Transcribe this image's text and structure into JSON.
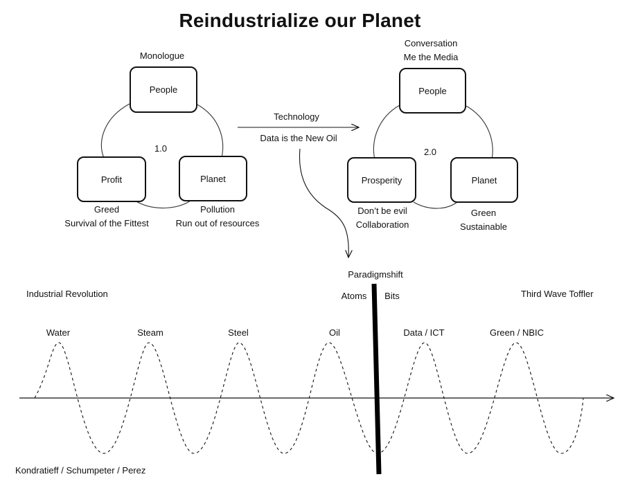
{
  "title": "Reindustrialize our Planet",
  "model_1": {
    "top_label": "Monologue",
    "version": "1.0",
    "nodes": {
      "people": "People",
      "profit": "Profit",
      "planet": "Planet"
    },
    "profit_notes": [
      "Greed",
      "Survival of the Fittest"
    ],
    "planet_notes": [
      "Pollution",
      "Run out of resources"
    ]
  },
  "model_2": {
    "top_label": [
      "Conversation",
      "Me the Media"
    ],
    "version": "2.0",
    "nodes": {
      "people": "People",
      "prosperity": "Prosperity",
      "planet": "Planet"
    },
    "prosperity_notes": [
      "Don’t be evil",
      "Collaboration"
    ],
    "planet_notes": [
      "Green",
      "Sustainable"
    ]
  },
  "transition": {
    "label_top": "Technology",
    "label_bottom": "Data is the New Oil"
  },
  "timeline": {
    "shift_label": "Paradigmshift",
    "left_era": "Industrial Revolution",
    "right_era": "Third Wave Toffler",
    "atoms": "Atoms",
    "bits": "Bits",
    "waves": [
      "Water",
      "Steam",
      "Steel",
      "Oil",
      "Data / ICT",
      "Green / NBIC"
    ],
    "credit": "Kondratieff / Schumpeter / Perez"
  }
}
